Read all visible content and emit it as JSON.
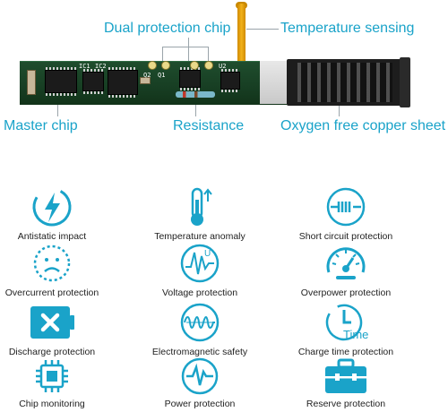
{
  "callouts": {
    "dual_protection_chip": "Dual protection chip",
    "temperature_sensing": "Temperature sensing",
    "master_chip": "Master chip",
    "resistance": "Resistance",
    "copper_sheet": "Oxygen free copper sheet"
  },
  "board_silkscreen": {
    "ic1": "IC1",
    "ic2": "IC2",
    "q2": "Q2",
    "q1": "Q1",
    "u2": "U2"
  },
  "accent_color": "#1aa3c9",
  "features": [
    {
      "label": "Antistatic impact",
      "icon": "lightning-shield-icon"
    },
    {
      "label": "Temperature anomaly",
      "icon": "thermometer-icon"
    },
    {
      "label": "Short circuit protection",
      "icon": "short-circuit-icon"
    },
    {
      "label": "Overcurrent protection",
      "icon": "sad-gauge-icon"
    },
    {
      "label": "Voltage  protection",
      "icon": "voltage-waveform-icon"
    },
    {
      "label": "Overpower protection",
      "icon": "speedometer-icon"
    },
    {
      "label": "Discharge  protection",
      "icon": "battery-x-icon"
    },
    {
      "label": "Electromagnetic safety",
      "icon": "coil-icon"
    },
    {
      "label": "Charge time protection",
      "icon": "stopwatch-icon"
    },
    {
      "label": "Chip monitoring",
      "icon": "chip-icon"
    },
    {
      "label": "Power protection",
      "icon": "pulse-circle-icon"
    },
    {
      "label": "Reserve protection",
      "icon": "toolbox-icon"
    }
  ],
  "feature_icon_text": {
    "charge_time": "Time",
    "voltage_unit": "U"
  }
}
